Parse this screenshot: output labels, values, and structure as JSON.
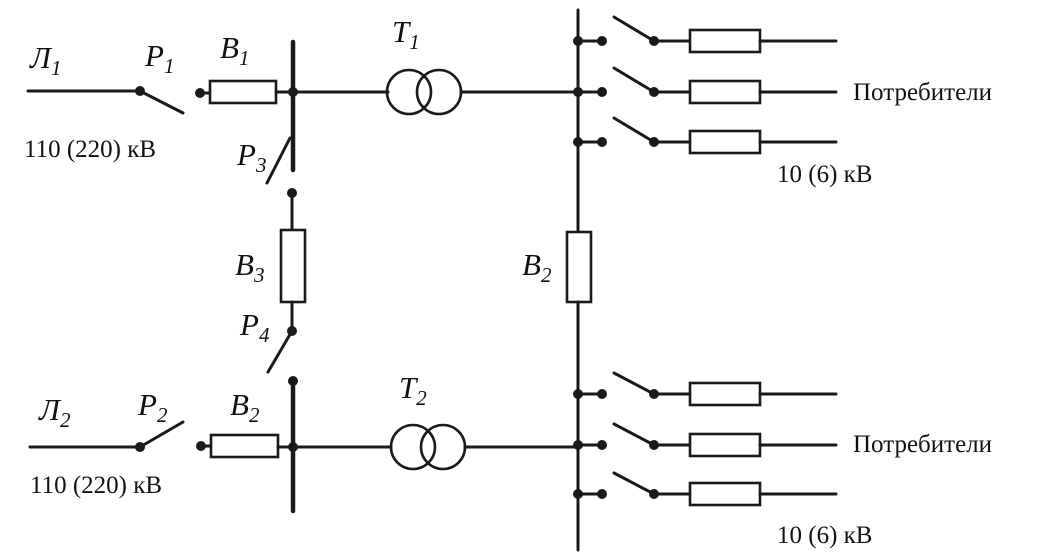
{
  "labels": {
    "line1": {
      "main": "Л",
      "sub": "1"
    },
    "line2": {
      "main": "Л",
      "sub": "2"
    },
    "p1": {
      "main": "P",
      "sub": "1"
    },
    "p2": {
      "main": "P",
      "sub": "2"
    },
    "p3": {
      "main": "P",
      "sub": "3"
    },
    "p4": {
      "main": "P",
      "sub": "4"
    },
    "b1": {
      "main": "B",
      "sub": "1"
    },
    "b2_hv": {
      "main": "B",
      "sub": "2"
    },
    "b3": {
      "main": "B",
      "sub": "3"
    },
    "b2_lv": {
      "main": "B",
      "sub": "2"
    },
    "t1": {
      "main": "T",
      "sub": "1"
    },
    "t2": {
      "main": "T",
      "sub": "2"
    }
  },
  "texts": {
    "hv_voltage_top": "110 (220) кВ",
    "hv_voltage_bottom": "110 (220) кВ",
    "consumers_top": "Потребители",
    "consumers_bottom": "Потребители",
    "lv_voltage_top": "10 (6) кВ",
    "lv_voltage_bottom": "10 (6) кВ"
  }
}
